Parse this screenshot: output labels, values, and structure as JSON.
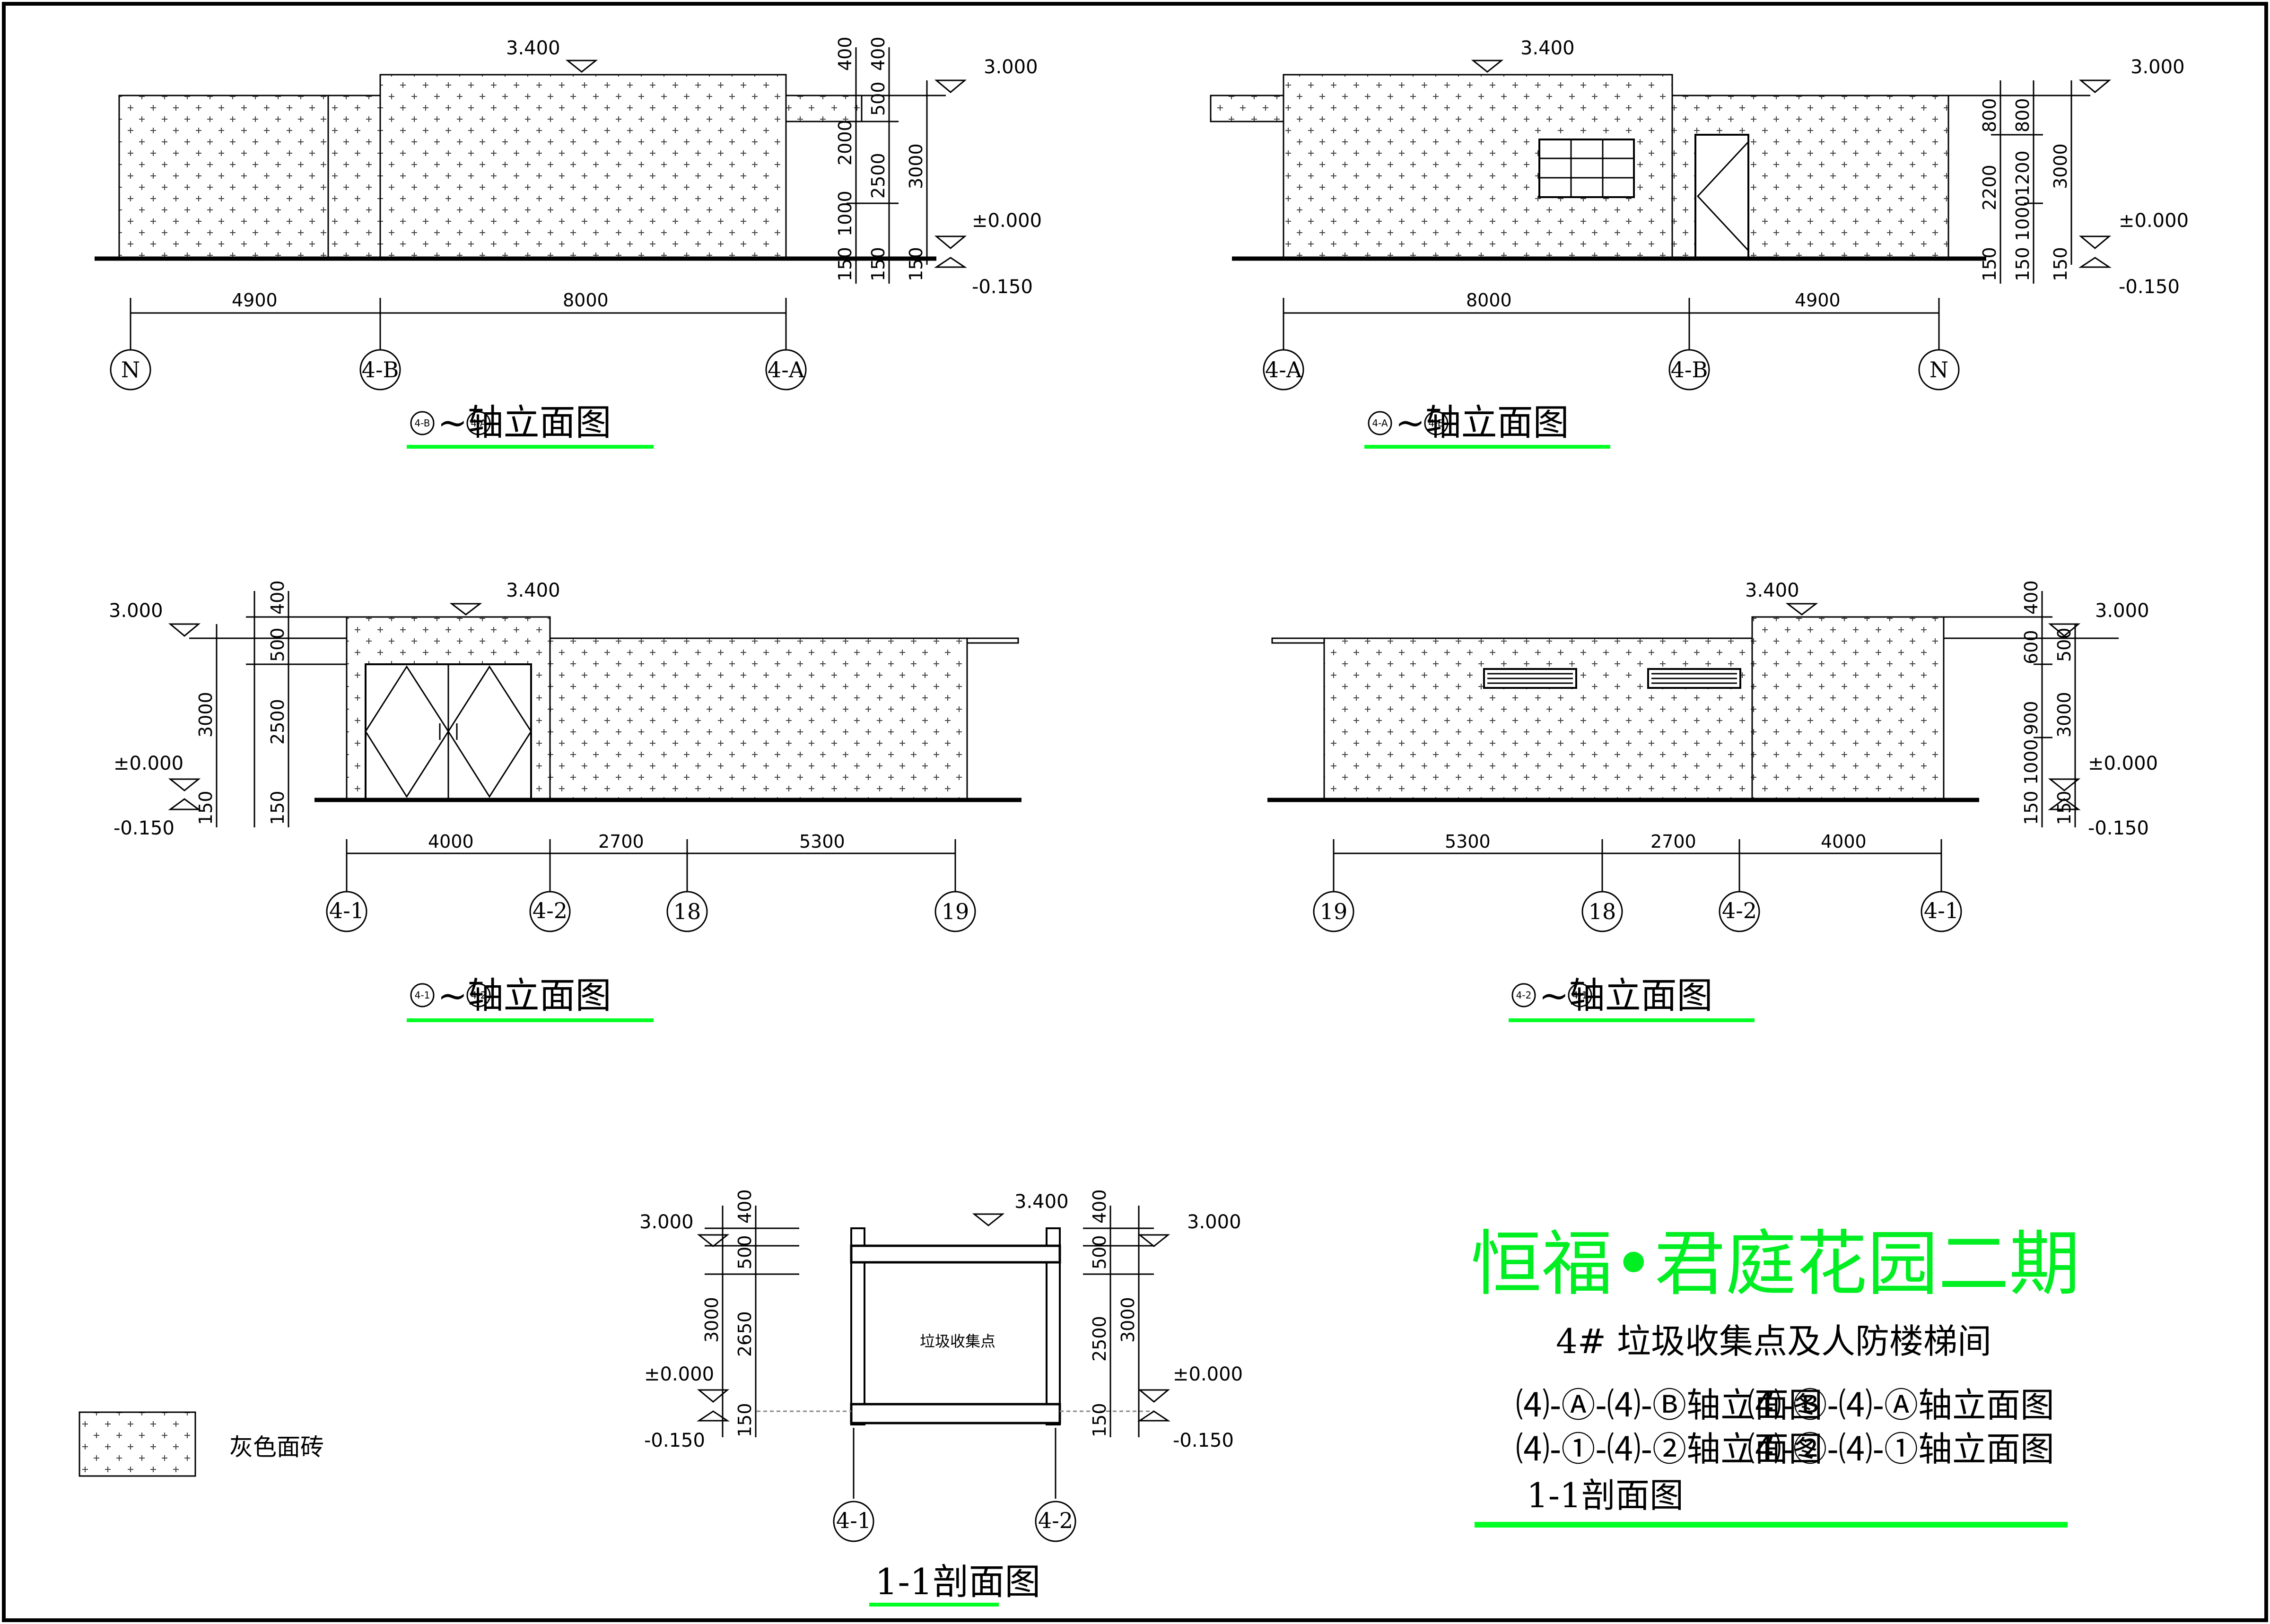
{
  "project": {
    "title": "恒福•君庭花园二期",
    "subtitle": "4# 垃圾收集点及人防楼梯间",
    "sheet_contents": [
      "⑷-Ⓐ-⑷-Ⓑ轴立面图",
      "⑷-Ⓑ-⑷-Ⓐ轴立面图",
      "⑷-①-⑷-②轴立面图",
      "⑷-②-⑷-①轴立面图",
      "1-1剖面图"
    ]
  },
  "legend": {
    "label": "灰色面砖"
  },
  "views": {
    "elev1": {
      "title": "~轴立面图",
      "title_from": "4-B",
      "title_to": "4-A",
      "level_top": "3.400",
      "level_roof": "3.000",
      "level_ground": "±0.000",
      "level_below": "-0.150",
      "dims_h": [
        "4900",
        "8000"
      ],
      "axes": [
        "N",
        "4-B",
        "4-A"
      ],
      "dims_v_left": [
        "400",
        "2000",
        "1000",
        "150"
      ],
      "dims_v_right": [
        "400",
        "500",
        "2500",
        "150"
      ],
      "dims_v_total": [
        "3000",
        "150"
      ]
    },
    "elev2": {
      "title": "~轴立面图",
      "title_from": "4-A",
      "title_to": "4-B",
      "level_top": "3.400",
      "level_roof": "3.000",
      "level_ground": "±0.000",
      "level_below": "-0.150",
      "dims_h": [
        "8000",
        "4900"
      ],
      "axes": [
        "4-A",
        "4-B",
        "N"
      ],
      "dims_v_left": [
        "800",
        "2200",
        "150"
      ],
      "dims_v_right": [
        "800",
        "1200",
        "1000",
        "150"
      ],
      "dims_v_total": [
        "3000",
        "150"
      ]
    },
    "elev3": {
      "title": "~轴立面图",
      "title_from": "4-1",
      "title_to": "4-2",
      "level_top": "3.400",
      "level_roof": "3.000",
      "level_ground": "±0.000",
      "level_below": "-0.150",
      "dims_h": [
        "4000",
        "2700",
        "5300"
      ],
      "axes": [
        "4-1",
        "4-2",
        "18",
        "19"
      ],
      "dims_v_left": [
        "3000",
        "150"
      ],
      "dims_v_right": [
        "400",
        "500",
        "2500",
        "150"
      ]
    },
    "elev4": {
      "title": "~轴立面图",
      "title_from": "4-2",
      "title_to": "4-1",
      "level_top": "3.400",
      "level_roof": "3.000",
      "level_ground": "±0.000",
      "level_below": "-0.150",
      "dims_h": [
        "5300",
        "2700",
        "4000"
      ],
      "axes": [
        "19",
        "18",
        "4-2",
        "4-1"
      ],
      "dims_v_left": [
        "600",
        "900",
        "1000",
        "150"
      ],
      "dims_v_right": [
        "400",
        "500",
        "3000",
        "150"
      ]
    },
    "section": {
      "title": "1-1剖面图",
      "room_label": "垃圾收集点",
      "level_top": "3.400",
      "level_roof": "3.000",
      "level_ground": "±0.000",
      "level_below": "-0.150",
      "dims_v_left": [
        "400",
        "500",
        "2650",
        "3000",
        "150"
      ],
      "dims_v_right": [
        "400",
        "500",
        "2500",
        "3000",
        "150"
      ],
      "axes": [
        "4-1",
        "4-2"
      ]
    }
  },
  "colors": {
    "accent_green": "#00ee22",
    "underline_green": "#00ff22",
    "ink": "#000000"
  }
}
